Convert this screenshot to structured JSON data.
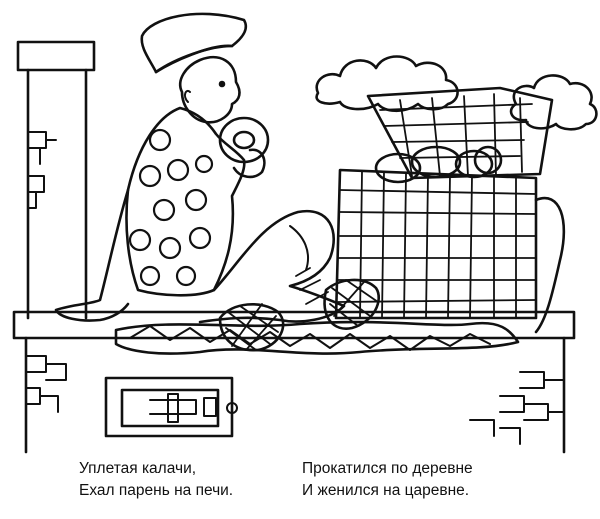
{
  "poem": {
    "left": [
      "Уплетая калачи,",
      "Ехал парень на печи."
    ],
    "right": [
      "Прокатился по деревне",
      "И женился на царевне."
    ]
  },
  "colors": {
    "ink": "#111111",
    "paper": "#ffffff"
  },
  "icons": [
    "cloud-icon",
    "stove-icon",
    "basket-icon",
    "kalach-icon"
  ]
}
